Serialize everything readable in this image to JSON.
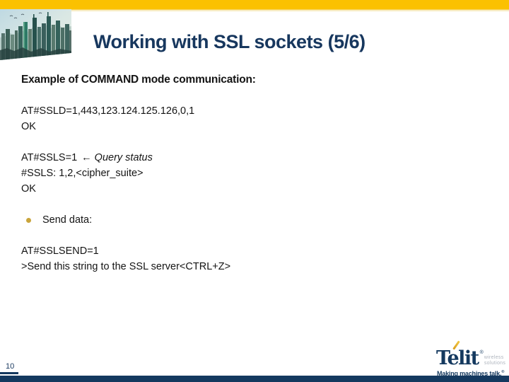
{
  "slide": {
    "title": "Working with SSL sockets (5/6)"
  },
  "body": {
    "heading": "Example of COMMAND mode communication:",
    "code_block_1": [
      "AT#SSLD=1,443,123.124.125.126,0,1",
      "OK"
    ],
    "query_command": "AT#SSLS=1",
    "query_annotation": "← Query status",
    "code_block_2": [
      "#SSLS: 1,2,<cipher_suite>",
      "OK"
    ],
    "bullet_item": "Send data:",
    "code_block_3": [
      "AT#SSLSEND=1",
      ">Send this string to the SSL server<CTRL+Z>"
    ]
  },
  "footer": {
    "page_number": "10"
  },
  "logo": {
    "brand": "Telit",
    "registered_mark": "®",
    "tagline_line1": "wireless",
    "tagline_line2": "solutions",
    "slogan": "Making machines talk.",
    "slogan_mark": "®"
  },
  "colors": {
    "header_yellow": "#FBC100",
    "title_navy": "#17375E",
    "footer_navy": "#14395F",
    "bullet_gold": "#C9A43B",
    "logo_gray": "#AEB4BD",
    "text_black": "#141414"
  }
}
